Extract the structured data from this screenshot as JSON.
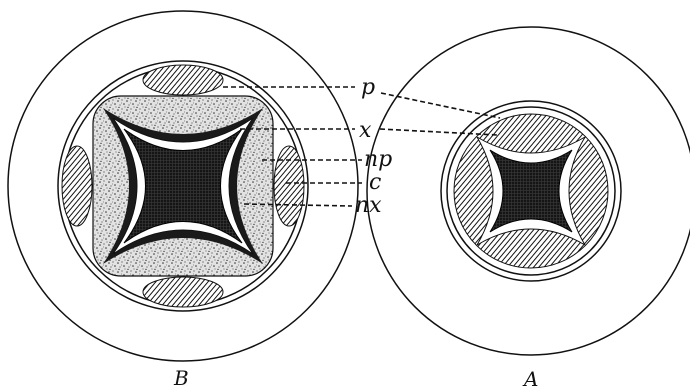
{
  "figure": {
    "labels": {
      "p": "p",
      "x": "x",
      "np": "np",
      "c": "c",
      "nx": "nx"
    },
    "captions": {
      "left": "B",
      "right": "A"
    }
  }
}
